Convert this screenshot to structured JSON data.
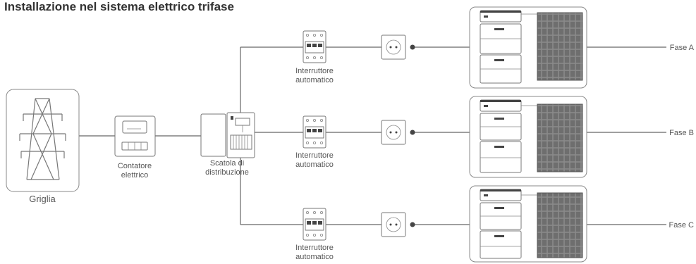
{
  "title": "Installazione nel sistema elettrico trifase",
  "grid_label": "Griglia",
  "meter_label": [
    "Contatore",
    "elettrico"
  ],
  "distribution_label": [
    "Scatola di",
    "distribuzione"
  ],
  "breaker_label": [
    "Interruttore",
    "automatico"
  ],
  "phases": [
    "Fase A",
    "Fase B",
    "Fase C"
  ]
}
